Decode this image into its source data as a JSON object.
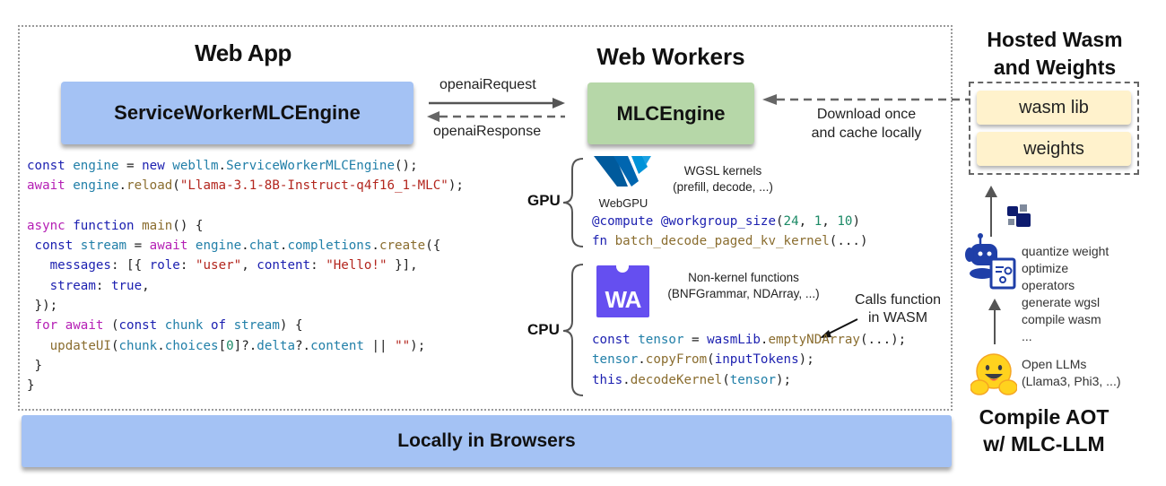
{
  "sections": {
    "web_app": {
      "title": "Web App",
      "engine": "ServiceWorkerMLCEngine"
    },
    "web_workers": {
      "title": "Web Workers",
      "engine": "MLCEngine"
    },
    "hosted": {
      "title_line1": "Hosted Wasm",
      "title_line2": "and Weights",
      "files": [
        "wasm lib",
        "weights"
      ]
    },
    "compile": {
      "title_line1": "Compile AOT",
      "title_line2": "w/ MLC-LLM"
    },
    "footer": "Locally in Browsers"
  },
  "arrows": {
    "request": "openaiRequest",
    "response": "openaiResponse",
    "download_line1": "Download once",
    "download_line2": "and cache locally",
    "calls_line1": "Calls function",
    "calls_line2": "in WASM"
  },
  "app_code": [
    [
      [
        "kw",
        "const "
      ],
      [
        "id",
        "engine"
      ],
      [
        "pl",
        " = "
      ],
      [
        "kw",
        "new "
      ],
      [
        "id",
        "webllm"
      ],
      [
        "pl",
        "."
      ],
      [
        "id",
        "ServiceWorkerMLCEngine"
      ],
      [
        "pl",
        "();"
      ]
    ],
    [
      [
        "kw2",
        "await "
      ],
      [
        "id",
        "engine"
      ],
      [
        "pl",
        "."
      ],
      [
        "fnc",
        "reload"
      ],
      [
        "pl",
        "("
      ],
      [
        "str",
        "\"Llama-3.1-8B-Instruct-q4f16_1-MLC\""
      ],
      [
        "pl",
        ");"
      ]
    ],
    [
      [
        "pl",
        ""
      ]
    ],
    [
      [
        "kw2",
        "async "
      ],
      [
        "kw",
        "function "
      ],
      [
        "fnc",
        "main"
      ],
      [
        "pl",
        "() {"
      ]
    ],
    [
      [
        "pl",
        " "
      ],
      [
        "kw",
        "const "
      ],
      [
        "id",
        "stream"
      ],
      [
        "pl",
        " = "
      ],
      [
        "kw2",
        "await "
      ],
      [
        "id",
        "engine"
      ],
      [
        "pl",
        "."
      ],
      [
        "id",
        "chat"
      ],
      [
        "pl",
        "."
      ],
      [
        "id",
        "completions"
      ],
      [
        "pl",
        "."
      ],
      [
        "fnc",
        "create"
      ],
      [
        "pl",
        "({"
      ]
    ],
    [
      [
        "pl",
        "   "
      ],
      [
        "kw",
        "messages"
      ],
      [
        "pl",
        ": [{ "
      ],
      [
        "kw",
        "role"
      ],
      [
        "pl",
        ": "
      ],
      [
        "str",
        "\"user\""
      ],
      [
        "pl",
        ", "
      ],
      [
        "kw",
        "content"
      ],
      [
        "pl",
        ": "
      ],
      [
        "str",
        "\"Hello!\""
      ],
      [
        "pl",
        " }],"
      ]
    ],
    [
      [
        "pl",
        "   "
      ],
      [
        "kw",
        "stream"
      ],
      [
        "pl",
        ": "
      ],
      [
        "kw",
        "true"
      ],
      [
        "pl",
        ","
      ]
    ],
    [
      [
        "pl",
        " });"
      ]
    ],
    [
      [
        "pl",
        " "
      ],
      [
        "kw2",
        "for "
      ],
      [
        "kw2",
        "await "
      ],
      [
        "pl",
        "("
      ],
      [
        "kw",
        "const "
      ],
      [
        "id",
        "chunk "
      ],
      [
        "kw",
        "of "
      ],
      [
        "id",
        "stream"
      ],
      [
        "pl",
        ") {"
      ]
    ],
    [
      [
        "pl",
        "   "
      ],
      [
        "fnc",
        "updateUI"
      ],
      [
        "pl",
        "("
      ],
      [
        "id",
        "chunk"
      ],
      [
        "pl",
        "."
      ],
      [
        "id",
        "choices"
      ],
      [
        "pl",
        "["
      ],
      [
        "num",
        "0"
      ],
      [
        "pl",
        "]?."
      ],
      [
        "id",
        "delta"
      ],
      [
        "pl",
        "?."
      ],
      [
        "id",
        "content"
      ],
      [
        "pl",
        " || "
      ],
      [
        "str",
        "\"\""
      ],
      [
        "pl",
        ");"
      ]
    ],
    [
      [
        "pl",
        " }"
      ]
    ],
    [
      [
        "pl",
        "}"
      ]
    ]
  ],
  "gpu": {
    "label": "GPU",
    "logo_text": "WebGPU",
    "desc_line1": "WGSL kernels",
    "desc_line2": "(prefill, decode, ...)",
    "code": [
      [
        [
          "kw",
          "@compute "
        ],
        [
          "kw",
          "@workgroup_size"
        ],
        [
          "pl",
          "("
        ],
        [
          "num",
          "24"
        ],
        [
          "pl",
          ", "
        ],
        [
          "num",
          "1"
        ],
        [
          "pl",
          ", "
        ],
        [
          "num",
          "10"
        ],
        [
          "pl",
          ")"
        ]
      ],
      [
        [
          "kw",
          "fn "
        ],
        [
          "fnc",
          "batch_decode_paged_kv_kernel"
        ],
        [
          "pl",
          "(...)"
        ]
      ]
    ]
  },
  "cpu": {
    "label": "CPU",
    "logo_text": "WA",
    "desc_line1": "Non-kernel functions",
    "desc_line2": "(BNFGrammar, NDArray, ...)",
    "code": [
      [
        [
          "kw",
          "const "
        ],
        [
          "id",
          "tensor"
        ],
        [
          "pl",
          " = "
        ],
        [
          "kw",
          "wasmLib"
        ],
        [
          "pl",
          "."
        ],
        [
          "fnc",
          "emptyNDArray"
        ],
        [
          "pl",
          "(...);"
        ]
      ],
      [
        [
          "id",
          "tensor"
        ],
        [
          "pl",
          "."
        ],
        [
          "fnc",
          "copyFrom"
        ],
        [
          "pl",
          "("
        ],
        [
          "kw",
          "inputTokens"
        ],
        [
          "pl",
          ");"
        ]
      ],
      [
        [
          "kw",
          "this"
        ],
        [
          "pl",
          "."
        ],
        [
          "fnc",
          "decodeKernel"
        ],
        [
          "pl",
          "("
        ],
        [
          "id",
          "tensor"
        ],
        [
          "pl",
          ");"
        ]
      ]
    ]
  },
  "compile_steps": [
    "quantize weight",
    "optimize",
    "operators",
    "generate wgsl",
    "compile wasm",
    "..."
  ],
  "open_llms": {
    "line1": "Open LLMs",
    "line2": "(Llama3, Phi3, ...)"
  },
  "colors": {
    "web_app_box": "#a4c2f4",
    "mlc_engine_box": "#b6d7a8",
    "file_box": "#fff2cc",
    "webgpu_blue": "#005a9c",
    "wasm_purple": "#654ff0"
  }
}
